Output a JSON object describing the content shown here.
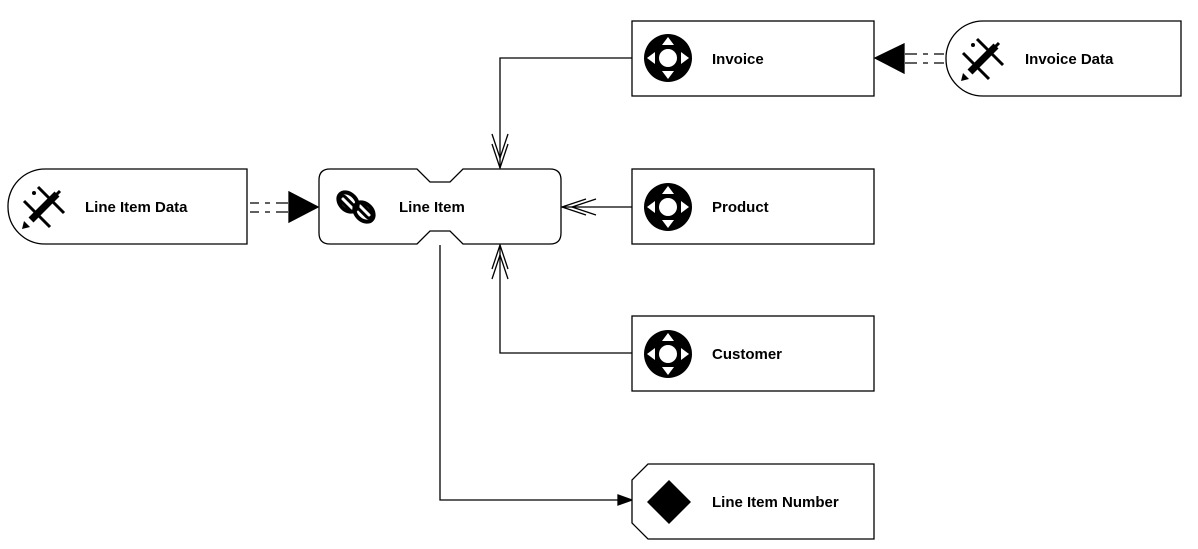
{
  "nodes": {
    "invoice": {
      "label": "Invoice",
      "icon": "hub-icon"
    },
    "invoice_data": {
      "label": "Invoice Data",
      "icon": "satellite-icon"
    },
    "line_item_data": {
      "label": "Line Item Data",
      "icon": "satellite-icon"
    },
    "line_item": {
      "label": "Line Item",
      "icon": "link-icon"
    },
    "product": {
      "label": "Product",
      "icon": "hub-icon"
    },
    "customer": {
      "label": "Customer",
      "icon": "hub-icon"
    },
    "line_item_number": {
      "label": "Line Item Number",
      "icon": "diamond-icon"
    }
  },
  "edges": [
    {
      "from": "invoice",
      "to": "line_item",
      "style": "solid-open-arrow"
    },
    {
      "from": "product",
      "to": "line_item",
      "style": "solid-open-arrow"
    },
    {
      "from": "customer",
      "to": "line_item",
      "style": "solid-open-arrow"
    },
    {
      "from": "line_item",
      "to": "line_item_number",
      "style": "solid-filled-arrow"
    },
    {
      "from": "line_item_data",
      "to": "line_item",
      "style": "double-dash-filled-arrow"
    },
    {
      "from": "invoice_data",
      "to": "invoice",
      "style": "double-dash-filled-arrow"
    }
  ],
  "colors": {
    "stroke": "#000000",
    "fill": "#ffffff"
  }
}
